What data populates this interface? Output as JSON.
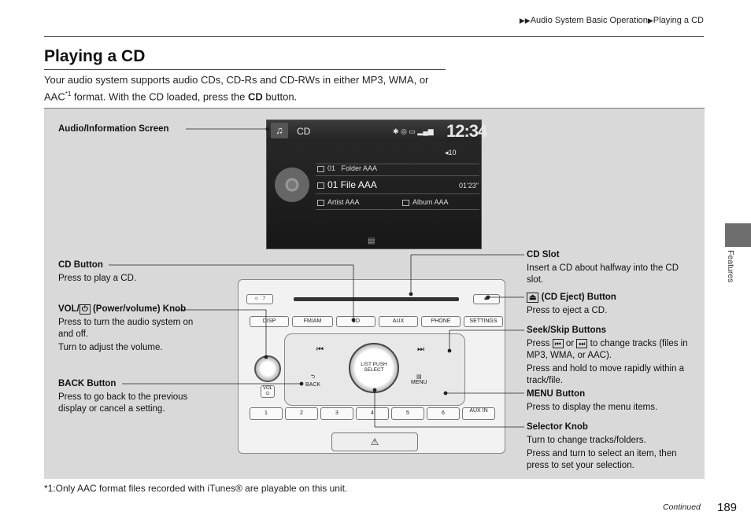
{
  "breadcrumb": {
    "marker": "▶▶",
    "section": "Audio System Basic Operation",
    "sep": "▶",
    "page": "Playing a CD"
  },
  "title": "Playing a CD",
  "intro": {
    "text1": "Your audio system supports audio CDs, CD-Rs and CD-RWs in either MP3, WMA, or AAC",
    "sup": "*1",
    "text2": " format. With the CD loaded, press the ",
    "bold": "CD",
    "text3": " button."
  },
  "labels": {
    "screen": "Audio/Information Screen",
    "cd_button": {
      "title": "CD Button",
      "desc": "Press to play a CD."
    },
    "vol": {
      "title_a": "VOL/",
      "title_b": " (Power/volume) Knob",
      "desc1": "Press to turn the audio system on and off.",
      "desc2": "Turn to adjust the volume."
    },
    "back": {
      "title": "BACK Button",
      "desc": "Press to go back to the previous display or cancel a setting."
    },
    "cd_slot": {
      "title": "CD Slot",
      "desc": "Insert a CD about halfway into the CD slot."
    },
    "eject": {
      "title": " (CD Eject) Button",
      "desc": "Press to eject a CD."
    },
    "seek": {
      "title": "Seek/Skip Buttons",
      "desc1a": "Press ",
      "desc1b": " or ",
      "desc1c": " to change tracks (files in MP3, WMA, or AAC).",
      "desc2": "Press and hold to move rapidly within a track/file."
    },
    "menu": {
      "title": "MENU Button",
      "desc": "Press to display the menu items."
    },
    "selector": {
      "title": "Selector Knob",
      "desc1": "Turn to change tracks/folders.",
      "desc2": "Press and turn to select an item, then press to set your selection."
    }
  },
  "screen": {
    "source": "CD",
    "clock": "12:34",
    "volume": "◂10",
    "folder_no": "01",
    "folder": "Folder AAA",
    "file": "01 File AAA",
    "time": "01'23\"",
    "artist": "Artist AAA",
    "album": "Album AAA"
  },
  "unit": {
    "buttons": [
      "DISP",
      "FM/AM",
      "CD",
      "AUX",
      "PHONE",
      "SETTINGS"
    ],
    "presets": [
      "1",
      "2",
      "3",
      "4",
      "5",
      "6",
      "AUX IN"
    ],
    "list_select": "LIST PUSH SELECT",
    "back": "BACK",
    "menu": "MENU",
    "vol": "VOL"
  },
  "footnote": "*1:Only AAC format files recorded with iTunes® are playable on this unit.",
  "continued": "Continued",
  "page_number": "189",
  "side_tab": "Features"
}
